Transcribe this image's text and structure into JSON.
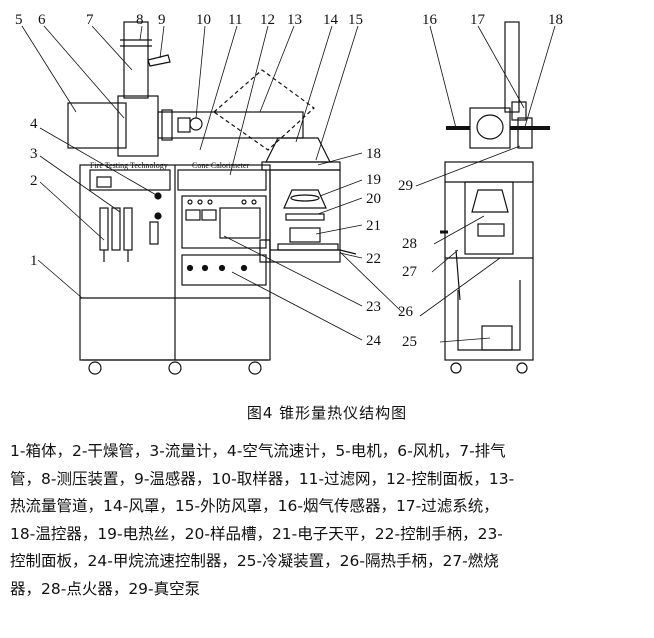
{
  "figure": {
    "callout_numbers": [
      "1",
      "2",
      "3",
      "4",
      "5",
      "6",
      "7",
      "8",
      "9",
      "10",
      "11",
      "12",
      "13",
      "14",
      "15",
      "16",
      "17",
      "18",
      "19",
      "20",
      "21",
      "22",
      "23",
      "24",
      "25",
      "26",
      "27",
      "28",
      "29"
    ],
    "front_panel_label_left": "Fire Testing Technology",
    "front_panel_label_right": "Cone Calorimeter"
  },
  "caption": "图4 锥形量热仪结构图",
  "legend_lines": [
    "1-箱体，2-干燥管，3-流量计，4-空气流速计，5-电机，6-风机，7-排气",
    "管，8-测压装置，9-温感器，10-取样器，11-过滤网，12-控制面板，13-",
    "热流量管道，14-风罩，15-外防风罩，16-烟气传感器，17-过滤系统，",
    "18-温控器，19-电热丝，20-样品槽，21-电子天平，22-控制手柄，23-",
    "控制面板，24-甲烷流速控制器，25-冷凝装置，26-隔热手柄，27-燃烧",
    "器，28-点火器，29-真空泵"
  ]
}
